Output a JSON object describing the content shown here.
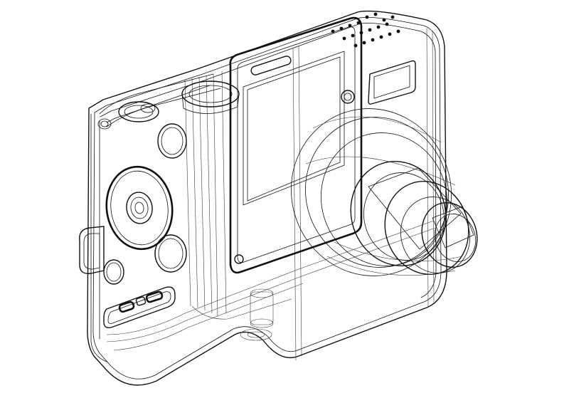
{
  "image": {
    "colors": {
      "background": "#ffffff",
      "line": "#111111",
      "ghost_line": "#3a3a3a"
    }
  },
  "camera": {
    "parts": [
      "camera-body",
      "top-plate",
      "viewfinder-window",
      "flash-window",
      "rear-lcd-screen",
      "lens-barrel",
      "four-way-control-pad",
      "menu-button",
      "play-button",
      "mode-slider-switch",
      "wrist-strap-lug",
      "speaker-grille",
      "shutter-button",
      "tripod-socket"
    ]
  }
}
